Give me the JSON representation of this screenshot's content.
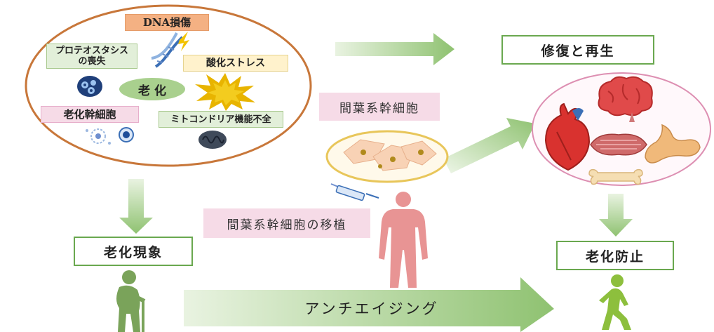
{
  "aging_factors": {
    "dna_damage": "DNA損傷",
    "proteostasis_loss": "プロテオスタシス\nの喪失",
    "oxidative_stress": "酸化ストレス",
    "aging_center": "老 化",
    "aged_stem_cells": "老化幹細胞",
    "mitochondrial_dysfunction": "ミトコンドリア機能不全"
  },
  "stem_cell_label": "間葉系幹細胞",
  "transplant_label": "間葉系幹細胞の移植",
  "repair_label": "修復と再生",
  "aging_phenomenon_label": "老化現象",
  "aging_prevention_label": "老化防止",
  "anti_aging_label": "アンチエイジング",
  "colors": {
    "arrow_green": "#a9d08e",
    "box_border": "#6aa84f",
    "ellipse_left": "#c8773a",
    "ellipse_right": "#dd8fb2",
    "cell_ring": "#e8c65a",
    "pink_fill": "#f6dbe7"
  }
}
